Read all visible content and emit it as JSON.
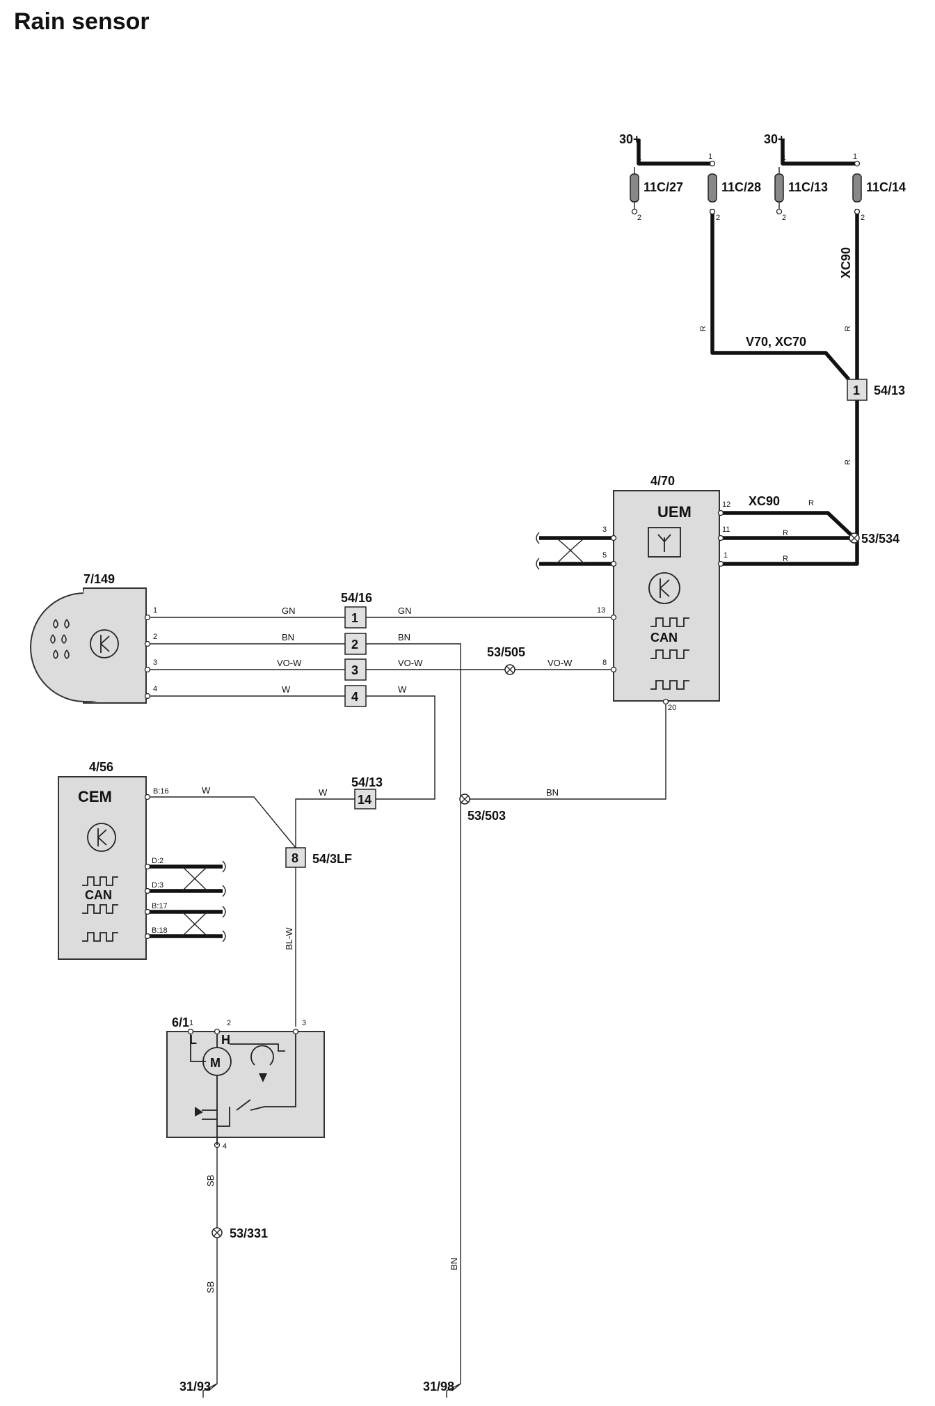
{
  "title": "Rain sensor",
  "supplies": {
    "left": "30+",
    "right": "30+"
  },
  "fuses": [
    {
      "id": "11C/27",
      "pin_top": "1",
      "pin_bottom": "2"
    },
    {
      "id": "11C/28",
      "pin_top": "1",
      "pin_bottom": "2"
    },
    {
      "id": "11C/13",
      "pin_top": "1",
      "pin_bottom": "2"
    },
    {
      "id": "11C/14",
      "pin_top": "1",
      "pin_bottom": "2"
    }
  ],
  "variant_labels": {
    "xc90_vertical": "XC90",
    "v70_xc70": "V70, XC70",
    "xc90_uem": "XC90"
  },
  "wire_colors": {
    "r": "R",
    "gn": "GN",
    "bn": "BN",
    "vo_w": "VO-W",
    "w": "W",
    "bl_w": "BL-W",
    "sb": "SB"
  },
  "connectors": {
    "c54_13_top": {
      "id": "54/13",
      "pin": "1"
    },
    "c54_16": {
      "id": "54/16",
      "pins": [
        "1",
        "2",
        "3",
        "4"
      ]
    },
    "c54_13_mid": {
      "id": "54/13",
      "pin": "14"
    },
    "c54_3lf": {
      "id": "54/3LF",
      "pin": "8"
    }
  },
  "splices": {
    "s53_534": "53/534",
    "s53_505": "53/505",
    "s53_503": "53/503",
    "s53_331": "53/331"
  },
  "grounds": {
    "g31_93": "31/93",
    "g31_98": "31/98"
  },
  "components": {
    "rain_sensor": {
      "id": "7/149",
      "pins": [
        "1",
        "2",
        "3",
        "4"
      ]
    },
    "uem": {
      "id": "4/70",
      "name": "UEM",
      "can_label": "CAN",
      "pins": {
        "p12": "12",
        "p11": "11",
        "p1": "1",
        "p3": "3",
        "p5": "5",
        "p13": "13",
        "p8": "8",
        "p20": "20"
      }
    },
    "cem": {
      "id": "4/56",
      "name": "CEM",
      "can_label": "CAN",
      "pins": {
        "b16": "B:16",
        "d2": "D:2",
        "d3": "D:3",
        "b17": "B:17",
        "b18": "B:18"
      }
    },
    "wiper_motor": {
      "id": "6/1",
      "pins": {
        "p1": "1",
        "p2": "2",
        "p3": "3",
        "p4": "4"
      },
      "label_l": "L",
      "label_h": "H",
      "motor_symbol": "M"
    }
  }
}
